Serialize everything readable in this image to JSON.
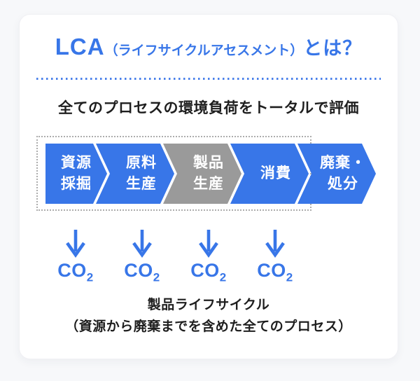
{
  "colors": {
    "accent_blue": "#3876E8",
    "stage_gray": "#9A9A9A",
    "text_dark": "#1E1E1E",
    "page_bg": "#F7F8FA",
    "card_bg": "#FFFFFF",
    "scope_border_gray": "#ADADAD"
  },
  "card": {
    "title": {
      "main": "LCA",
      "paren": "（ライフサイクルアセスメント）",
      "suffix": "とは？"
    },
    "subtitle": "全てのプロセスの環境負荷をトータルで評価",
    "flow": {
      "stages": [
        {
          "id": "resource-extraction",
          "lines": [
            "資源",
            "採掘"
          ],
          "color": "#3876E8"
        },
        {
          "id": "raw-material-production",
          "lines": [
            "原料",
            "生産"
          ],
          "color": "#3876E8"
        },
        {
          "id": "product-manufacturing",
          "lines": [
            "製品",
            "生産"
          ],
          "color": "#9A9A9A"
        },
        {
          "id": "consumption",
          "lines": [
            "消費"
          ],
          "color": "#3876E8"
        },
        {
          "id": "waste-disposal",
          "lines": [
            "廃棄・",
            "処分"
          ],
          "color": "#3876E8"
        }
      ]
    },
    "emissions": {
      "base": "CO",
      "sub": "2"
    },
    "caption": {
      "line1": "製品ライフサイクル",
      "line2": "（資源から廃棄までを含めた全てのプロセス）"
    }
  }
}
